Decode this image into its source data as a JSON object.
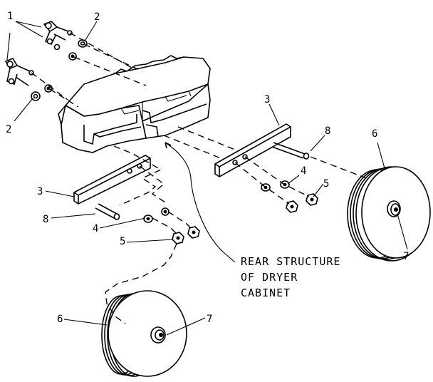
{
  "callouts": {
    "c1": "1",
    "c2_top": "2",
    "c2_left": "2",
    "c3_left": "3",
    "c3_right": "3",
    "c4_left": "4",
    "c4_right": "4",
    "c5_left": "5",
    "c5_right": "5",
    "c6_left": "6",
    "c6_right": "6",
    "c7_left": "7",
    "c7_right": "7",
    "c8_left": "8",
    "c8_right": "8"
  },
  "caption": {
    "line1": "REAR STRUCTURE",
    "line2": "OF DRYER",
    "line3": "CABINET"
  }
}
